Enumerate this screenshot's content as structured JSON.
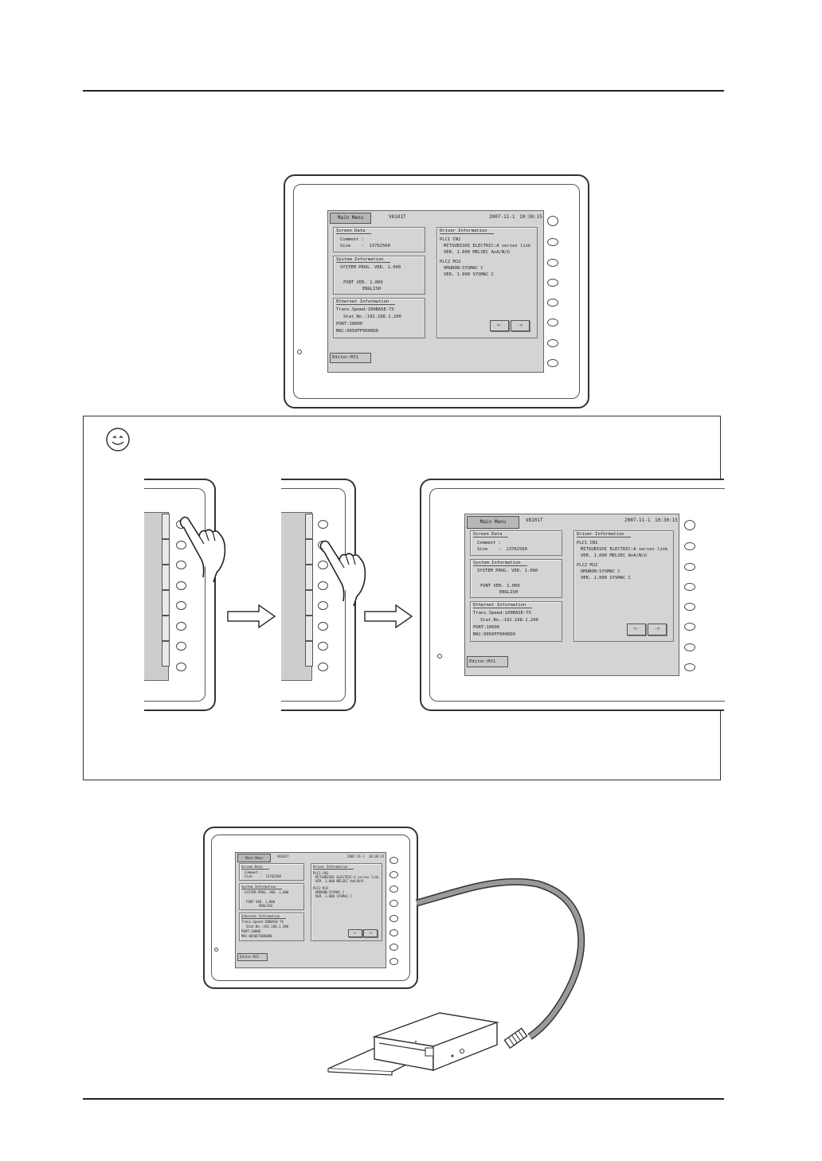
{
  "hmi_screen": {
    "main_menu": "Main Menu",
    "model": "V8101T",
    "date": "2007-11-1",
    "time": "10:30:15",
    "screen_data": {
      "title": "Screen Data",
      "comment": "Comment :",
      "size": "Size    :  13762560"
    },
    "system_information": {
      "title": "System Information",
      "prog_ver": "SYSTEM PROG. VER. 1.000",
      "font_ver": "FONT VER. 1.000",
      "font_lang": "ENGLISH"
    },
    "ethernet_information": {
      "title": "Ethernet Information",
      "trans_speed": "Trans.Speed:100BASE-TX",
      "stat_no": "Stat.No.:192.168.1.200",
      "port": "PORT:10000",
      "mac": "MAC:0050FF0000D0"
    },
    "driver_information": {
      "title": "Driver Information",
      "plc1": "PLC1 CN1",
      "plc1_maker": "MITSUBISHI ELECTRIC:A series link",
      "plc1_ver": "VER. 1.000 MELSEC AnA/N/U",
      "plc2": "PLC2 MJ2",
      "plc2_maker": "OMURON:SYSMAC C",
      "plc2_ver": "VER. 1.000 SYSMAC C",
      "prev": "<-",
      "next": "->"
    },
    "editor": "Editor:MJ1"
  },
  "small_screen": {
    "plc1_maker": "MITSUBISHI ELECTRIC:A series link",
    "plc1_ver": "VER. 1.000 MELSEC AnA/N/U",
    "plc2": "PLC2 MJ2",
    "plc2_maker": "OMURON:SYSMAC C",
    "plc2_ver": "VER. 1.000 SYSMAC C"
  },
  "icons": {
    "tip": "smiley-face-icon",
    "arrow": "right-arrow-icon",
    "hand": "pointing-hand-icon"
  }
}
